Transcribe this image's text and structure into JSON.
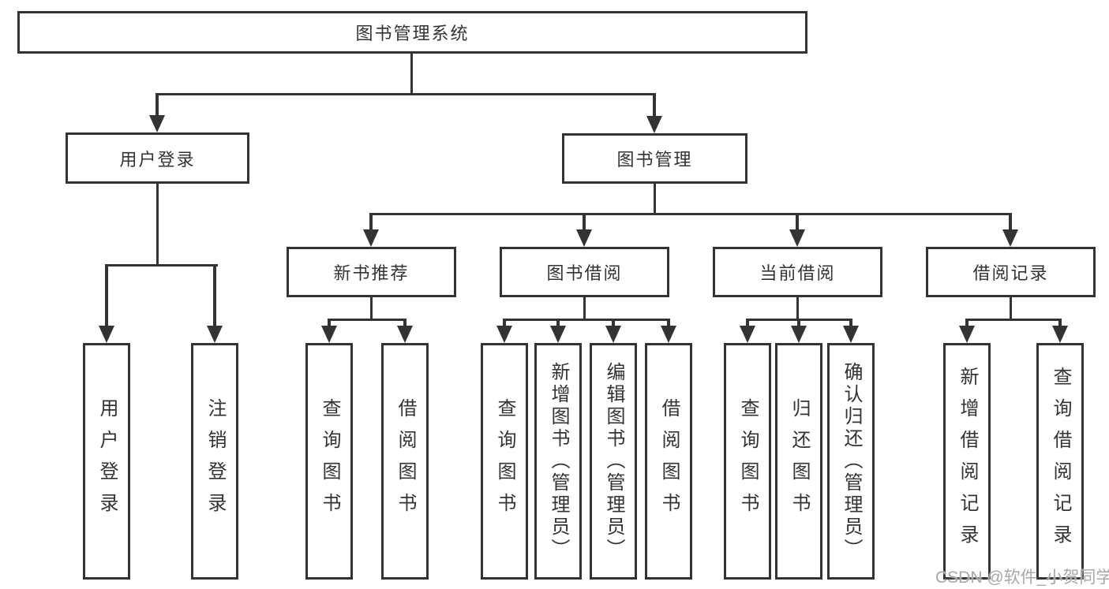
{
  "diagram": {
    "type": "hierarchy-structure-diagram",
    "title": "图书管理系统",
    "branches": [
      {
        "label": "用户登录",
        "children": [
          "用户登录",
          "注销登录"
        ]
      },
      {
        "label": "图书管理",
        "sections": [
          {
            "label": "新书推荐",
            "children": [
              "查询图书",
              "借阅图书"
            ]
          },
          {
            "label": "图书借阅",
            "children": [
              "查询图书",
              "新增图书（管理员）",
              "编辑图书（管理员）",
              "借阅图书"
            ]
          },
          {
            "label": "当前借阅",
            "children": [
              "查询图书",
              "归还图书",
              "确认归还（管理员）"
            ]
          },
          {
            "label": "借阅记录",
            "children": [
              "新增借阅记录",
              "查询借阅记录"
            ]
          }
        ]
      }
    ]
  },
  "colors": {
    "line": "#333333",
    "box_border": "#333333",
    "box_background": "#ffffff",
    "text": "#333333",
    "watermark": "#a8a8a8",
    "page_background": "#ffffff"
  },
  "watermark": {
    "text": "CSDN @软件_小贺同学"
  }
}
